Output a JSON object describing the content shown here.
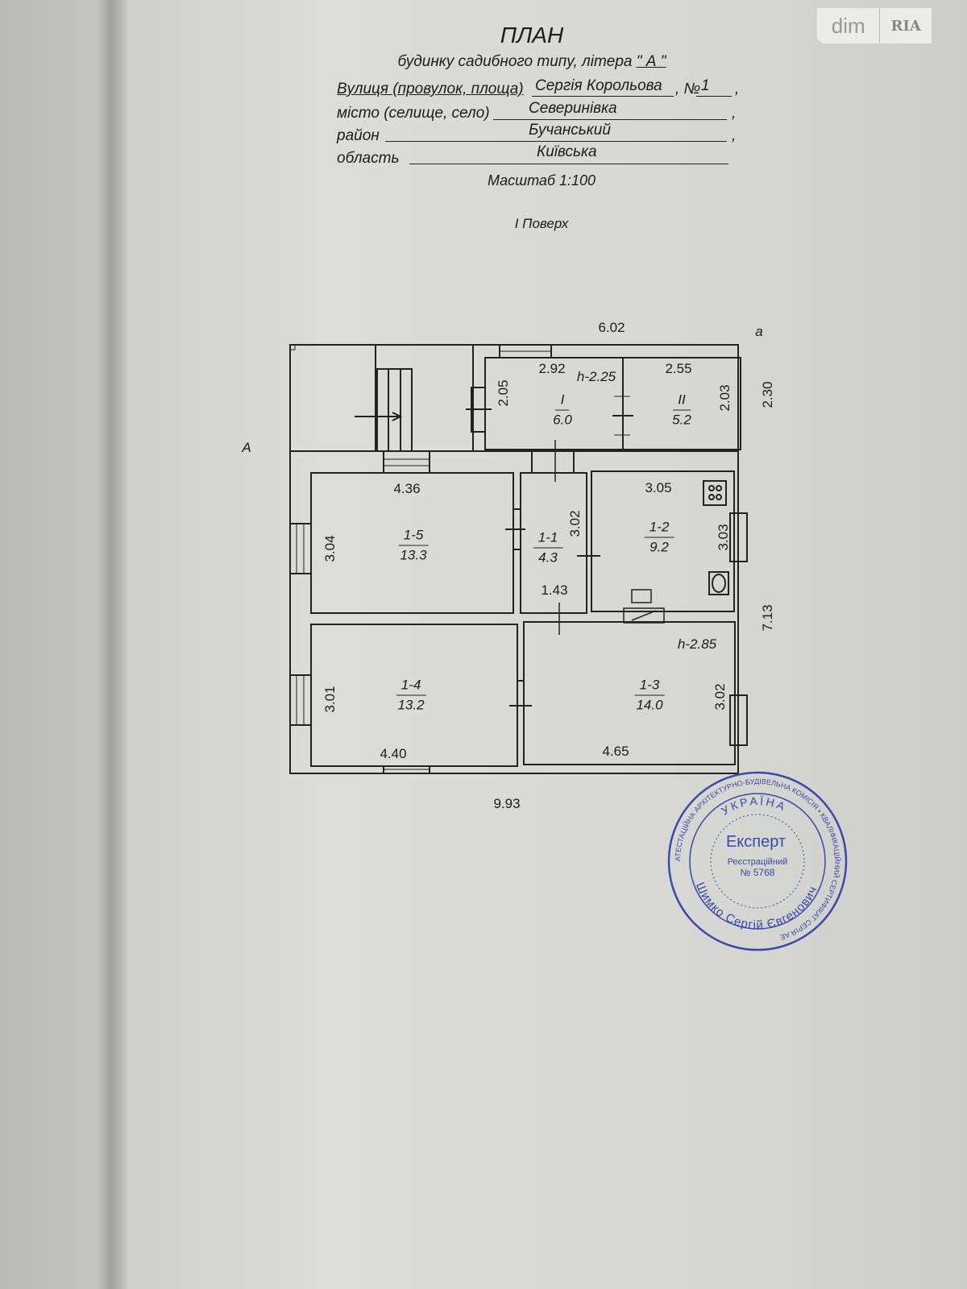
{
  "watermark": {
    "brand": "dim",
    "brand2": "RIA"
  },
  "header": {
    "title": "ПЛАН",
    "subtitle_prefix": "будинку садибного типу, літера",
    "litera": "\" А \"",
    "street_label": "Вулиця (провулок, площа)",
    "street_value": "Сергія Корольова",
    "number_label": ", №",
    "number_value": "1",
    "city_label": "місто (селище, село)",
    "city_value": "Северинівка",
    "district_label": "район",
    "district_value": "Бучанський",
    "region_label": "область",
    "region_value": "Київська",
    "scale": "Масштаб  1:100",
    "floor": "І Поверх"
  },
  "plan": {
    "overall": {
      "top_width": "6.02",
      "bottom_width": "9.93",
      "right_height": "7.13",
      "porch_height": "2.30",
      "label_a": "a",
      "label_A": "A"
    },
    "heights": {
      "upper": "h-2.25",
      "main": "h-2.85"
    },
    "rooms": [
      {
        "id": "I",
        "area": "6.0",
        "width": "2.92",
        "height": "2.05"
      },
      {
        "id": "II",
        "area": "5.2",
        "width": "2.55",
        "height": "2.03"
      },
      {
        "id": "1-5",
        "area": "13.3",
        "width": "4.36",
        "height": "3.04"
      },
      {
        "id": "1-1",
        "area": "4.3",
        "width": "1.43",
        "height": "3.02"
      },
      {
        "id": "1-2",
        "area": "9.2",
        "width": "3.05",
        "height": "3.03"
      },
      {
        "id": "1-4",
        "area": "13.2",
        "width": "4.40",
        "height": "3.01"
      },
      {
        "id": "1-3",
        "area": "14.0",
        "width": "4.65",
        "height": "3.02"
      }
    ]
  },
  "stamp": {
    "center": "Експерт",
    "reg": "Реєстраційний",
    "number": "№ 5768",
    "country": "УКРАЇНА",
    "name": "Шимко Сергій Євгенович",
    "outer": "АТЕСТАЦІЙНА АРХІТЕКТУРНО-БУДІВЕЛЬНА КОМІСІЯ • КВАЛІФІКАЦІЙНИЙ СЕРТИФІКАТ СЕРІЯ АЕ"
  }
}
